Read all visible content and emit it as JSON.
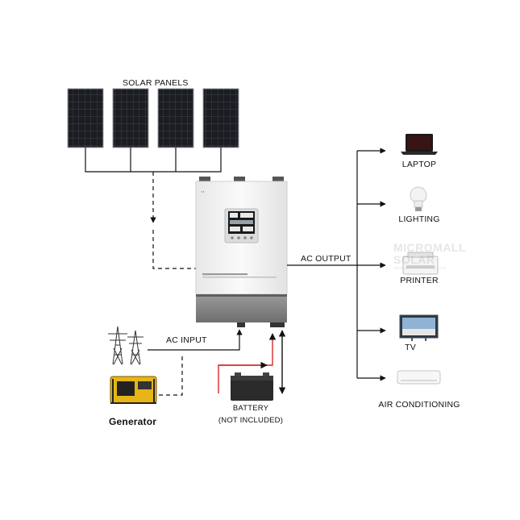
{
  "labels": {
    "solar_panels": "SOLAR PANELS",
    "ac_output": "AC OUTPUT",
    "ac_input": "AC INPUT",
    "battery": "BATTERY",
    "battery_note": "(NOT INCLUDED)",
    "generator": "Generator",
    "laptop": "LAPTOP",
    "lighting": "LIGHTING",
    "printer": "PRINTER",
    "tv": "TV",
    "air_conditioning": "AIR CONDITIONING"
  },
  "watermark": {
    "line1": "MICROMALL",
    "line2": "SOLAR",
    "line3": "www.micromallsolar.com"
  },
  "colors": {
    "panel": "#16181c",
    "inverter_body": "#f4f4f4",
    "inverter_base": "#8a8a8a",
    "battery_wire": "#d62a2a",
    "line": "#111111"
  }
}
